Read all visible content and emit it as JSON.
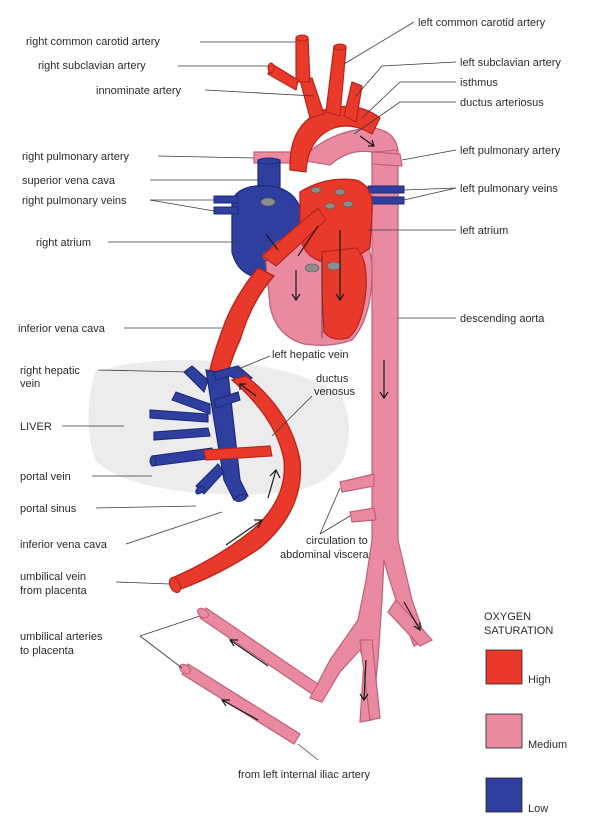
{
  "colors": {
    "high": "#e8392b",
    "high_dark": "#b8241a",
    "medium": "#e98aa0",
    "medium_dark": "#c0607a",
    "low": "#2f3fa0",
    "low_dark": "#1d2a78",
    "liver": "#ececec"
  },
  "labels": {
    "left_common_carotid": "left common carotid artery",
    "right_common_carotid": "right common carotid artery",
    "right_subclavian": "right subclavian artery",
    "left_subclavian": "left subclavian artery",
    "isthmus": "isthmus",
    "innominate": "innominate artery",
    "ductus_arteriosus": "ductus arteriosus",
    "right_pulmonary_artery": "right pulmonary artery",
    "left_pulmonary_artery": "left pulmonary artery",
    "superior_vena_cava": "superior vena cava",
    "left_pulmonary_veins": "left pulmonary veins",
    "right_pulmonary_veins": "right pulmonary veins",
    "left_atrium": "left atrium",
    "right_atrium": "right atrium",
    "descending_aorta": "descending aorta",
    "inferior_vena_cava": "inferior vena cava",
    "left_hepatic_vein": "left hepatic vein",
    "right_hepatic_vein_1": "right hepatic",
    "right_hepatic_vein_2": "vein",
    "ductus_venosus_1": "ductus",
    "ductus_venosus_2": "venosus",
    "liver": "LIVER",
    "portal_vein": "portal vein",
    "portal_sinus": "portal sinus",
    "circulation_1": "circulation to",
    "circulation_2": "abdominal viscera",
    "inferior_vena_cava_2": "inferior vena cava",
    "umbilical_vein_1": "umbilical vein",
    "umbilical_vein_2": "from placenta",
    "umbilical_arteries_1": "umbilical arteries",
    "umbilical_arteries_2": "to placenta",
    "from_iliac": "from left internal iliac artery"
  },
  "legend": {
    "title_1": "OXYGEN",
    "title_2": "SATURATION",
    "high": "High",
    "medium": "Medium",
    "low": "Low"
  }
}
